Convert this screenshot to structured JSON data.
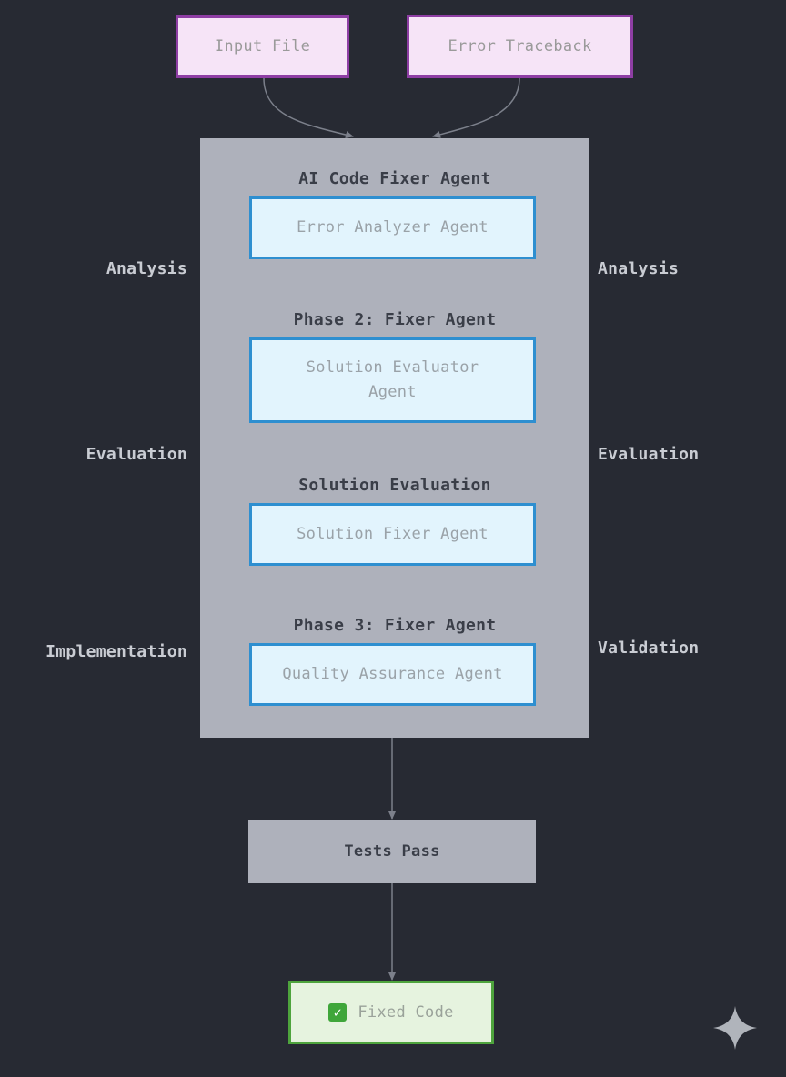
{
  "inputs": {
    "input_file": "Input File",
    "error_traceback": "Error Traceback"
  },
  "group": {
    "title": "AI Code Fixer Agent",
    "sections": [
      {
        "label": "AI Code Fixer Agent",
        "agent": "Error Analyzer Agent"
      },
      {
        "label": "Phase 2: Fixer Agent",
        "agent_line1": "Solution Evaluator",
        "agent_line2": "Agent"
      },
      {
        "label": "Solution Evaluation",
        "agent": "Solution Fixer Agent"
      },
      {
        "label": "Phase 3: Fixer Agent",
        "agent": "Quality Assurance Agent"
      }
    ]
  },
  "side_labels": {
    "left": [
      "Analysis",
      "Evaluation",
      "Implementation"
    ],
    "right": [
      "Analysis",
      "Evaluation",
      "Validation"
    ]
  },
  "tests": "Tests Pass",
  "output": {
    "check_icon": "✓",
    "label": "Fixed Code"
  },
  "colors": {
    "background": "#272a33",
    "group_fill": "#aeb1bb",
    "input_border": "#8e3ea4",
    "agent_border": "#2e8fd0",
    "output_border": "#4ea43d",
    "edge": "#7c808b"
  }
}
